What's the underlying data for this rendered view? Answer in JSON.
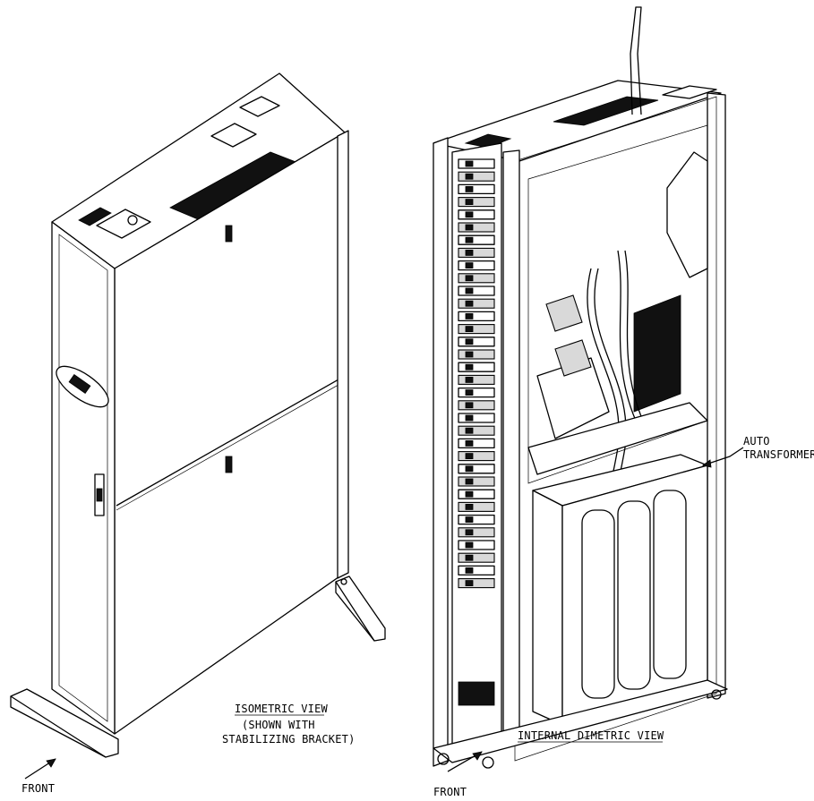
{
  "labels": {
    "isometric_title": "ISOMETRIC VIEW",
    "isometric_note_line1": "(SHOWN WITH",
    "isometric_note_line2": "STABILIZING BRACKET)",
    "front_left": "FRONT",
    "front_right": "FRONT",
    "dimetric_title": "INTERNAL DIMETRIC VIEW",
    "auto_transformer_line1": "AUTO",
    "auto_transformer_line2": "TRANSFORMER"
  }
}
